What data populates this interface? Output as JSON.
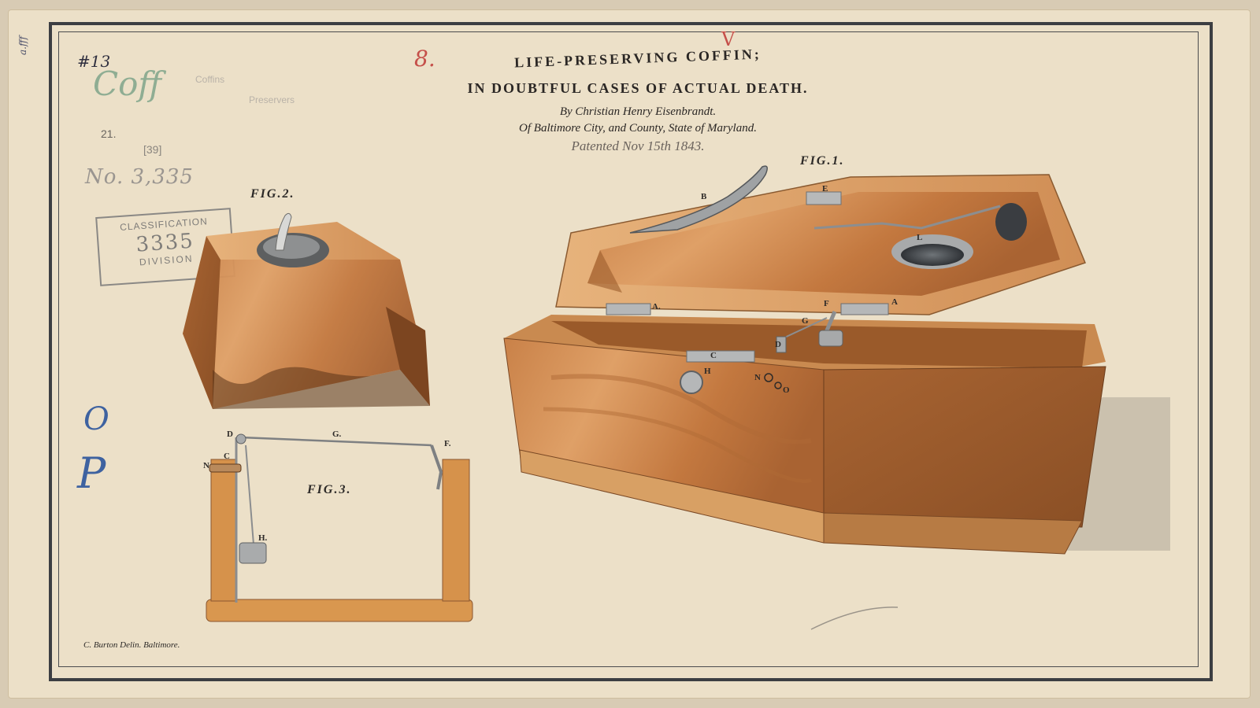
{
  "document": {
    "title_line1": "LIFE-PRESERVING COFFIN;",
    "title_line2": "IN DOUBTFUL CASES OF ACTUAL DEATH.",
    "byline": "By Christian Henry Eisenbrandt.",
    "origin": "Of Baltimore City, and County, State of Maryland.",
    "patented": "Patented Nov 15th 1843.",
    "credit": "C. Burton Delin. Baltimore."
  },
  "figures": {
    "fig1": "FIG.1.",
    "fig2": "FIG.2.",
    "fig3": "FIG.3."
  },
  "part_letters": {
    "fig1": [
      "B",
      "E",
      "L",
      "A.",
      "F",
      "A",
      "G",
      "D",
      "C",
      "H",
      "N",
      "O"
    ],
    "fig3": [
      "D",
      "G.",
      "F.",
      "C",
      "N",
      "H."
    ]
  },
  "annotations": {
    "number_ref": "#13",
    "coff": "Coff",
    "side_marks": "a.fff",
    "patent_number": "No. 3,335",
    "red_mark": "8.",
    "red_check": "V",
    "stamp_line1": "CLASSIFICATION",
    "stamp_number": "3335",
    "stamp_line3": "DIVISION",
    "faint_coffins": "Coffins",
    "faint_preservers": "Preservers",
    "faint_21": "21.",
    "faint_39": "[39]",
    "op_o": "O",
    "op_p": "P"
  },
  "colors": {
    "paper": "#ece0c8",
    "frame": "#3c3e42",
    "wood_light": "#d9955a",
    "wood_mid": "#c27a40",
    "wood_dark": "#9a5a2c",
    "ink_blue": "#3e62a0",
    "ink_red": "#c5504a"
  }
}
